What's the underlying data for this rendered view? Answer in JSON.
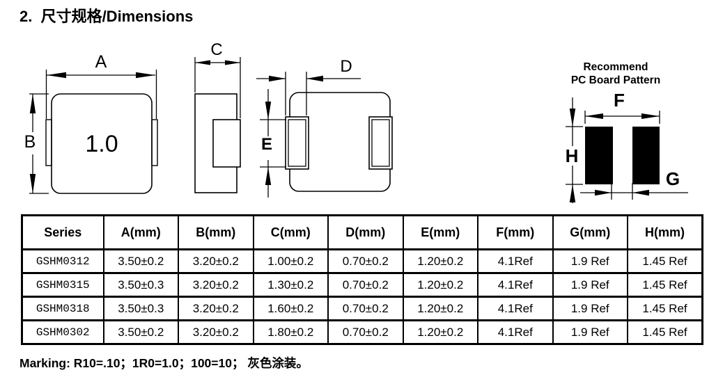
{
  "page": {
    "title": "2.  尺寸规格/Dimensions",
    "marking_note": "Marking: R10=.10；1R0=1.0；100=10； 灰色涂装。"
  },
  "colors": {
    "ink": "#000000",
    "paper": "#ffffff",
    "pad_fill": "#000000"
  },
  "drawings": {
    "top_view": {
      "dim_width_label": "A",
      "dim_height_label": "B",
      "part_marking": "1.0"
    },
    "side_view": {
      "dim_thickness_label": "C"
    },
    "bottom_view": {
      "dim_pad_width_label": "D",
      "dim_pad_height_label": "E"
    },
    "pcb_pattern": {
      "title_line1": "Recommend",
      "title_line2": "PC Board Pattern",
      "dim_span_label": "F",
      "dim_gap_label": "G",
      "dim_pad_height_label": "H"
    }
  },
  "table": {
    "headers": [
      "Series",
      "A(mm)",
      "B(mm)",
      "C(mm)",
      "D(mm)",
      "E(mm)",
      "F(mm)",
      "G(mm)",
      "H(mm)"
    ],
    "rows": [
      {
        "series": "GSHM0312",
        "a": "3.50±0.2",
        "b": "3.20±0.2",
        "c": "1.00±0.2",
        "d": "0.70±0.2",
        "e": "1.20±0.2",
        "f": "4.1Ref",
        "g": "1.9 Ref",
        "h": "1.45 Ref"
      },
      {
        "series": "GSHM0315",
        "a": "3.50±0.3",
        "b": "3.20±0.2",
        "c": "1.30±0.2",
        "d": "0.70±0.2",
        "e": "1.20±0.2",
        "f": "4.1Ref",
        "g": "1.9 Ref",
        "h": "1.45 Ref"
      },
      {
        "series": "GSHM0318",
        "a": "3.50±0.3",
        "b": "3.20±0.2",
        "c": "1.60±0.2",
        "d": "0.70±0.2",
        "e": "1.20±0.2",
        "f": "4.1Ref",
        "g": "1.9 Ref",
        "h": "1.45 Ref"
      },
      {
        "series": "GSHM0302",
        "a": "3.50±0.2",
        "b": "3.20±0.2",
        "c": "1.80±0.2",
        "d": "0.70±0.2",
        "e": "1.20±0.2",
        "f": "4.1Ref",
        "g": "1.9 Ref",
        "h": "1.45 Ref"
      }
    ]
  }
}
